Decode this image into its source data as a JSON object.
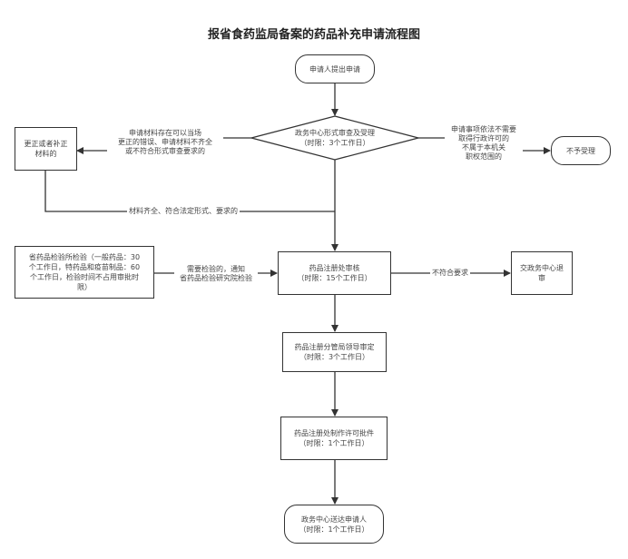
{
  "title": "报省食药监局备案的药品补充申请流程图",
  "nodes": {
    "start": {
      "lines": [
        "申请人提出申请"
      ]
    },
    "review": {
      "lines": [
        "政务中心形式审查及受理",
        "（时限：3个工作日）"
      ]
    },
    "correct": {
      "lines": [
        "更正或者补正",
        "材料的"
      ]
    },
    "reject": {
      "lines": [
        "不予受理"
      ]
    },
    "inspection": {
      "lines": [
        "省药品检验所检验（一般药品：30",
        "个工作日，特药品和疫苗制品：60",
        "个工作日，检验时间不占用审批时",
        "限）"
      ]
    },
    "registration_review": {
      "lines": [
        "药品注册处审核",
        "（时限：15个工作日）"
      ]
    },
    "return": {
      "lines": [
        "交政务中心退",
        "审"
      ]
    },
    "leader_approval": {
      "lines": [
        "药品注册分管局领导审定",
        "（时限：3个工作日）"
      ]
    },
    "permit": {
      "lines": [
        "药品注册处制作许可批件",
        "（时限：1个工作日）"
      ]
    },
    "deliver": {
      "lines": [
        "政务中心送达申请人",
        "（时限：1个工作日）"
      ]
    }
  },
  "edge_labels": {
    "to_correct": [
      "申请材料存在可以当场",
      "更正的错误、申请材料不齐全",
      "或不符合形式审查要求的"
    ],
    "to_reject": [
      "申请事项依法不需要",
      "取得行政许可的",
      "不属于本机关",
      "职权范围的"
    ],
    "materials_complete": [
      "材料齐全、符合法定形式、要求的"
    ],
    "to_inspection": [
      "需要检验的，通知",
      "省药品检验研究院检验"
    ],
    "not_compliant": [
      "不符合要求"
    ]
  },
  "colors": {
    "stroke": "#333333",
    "text": "#444444"
  }
}
